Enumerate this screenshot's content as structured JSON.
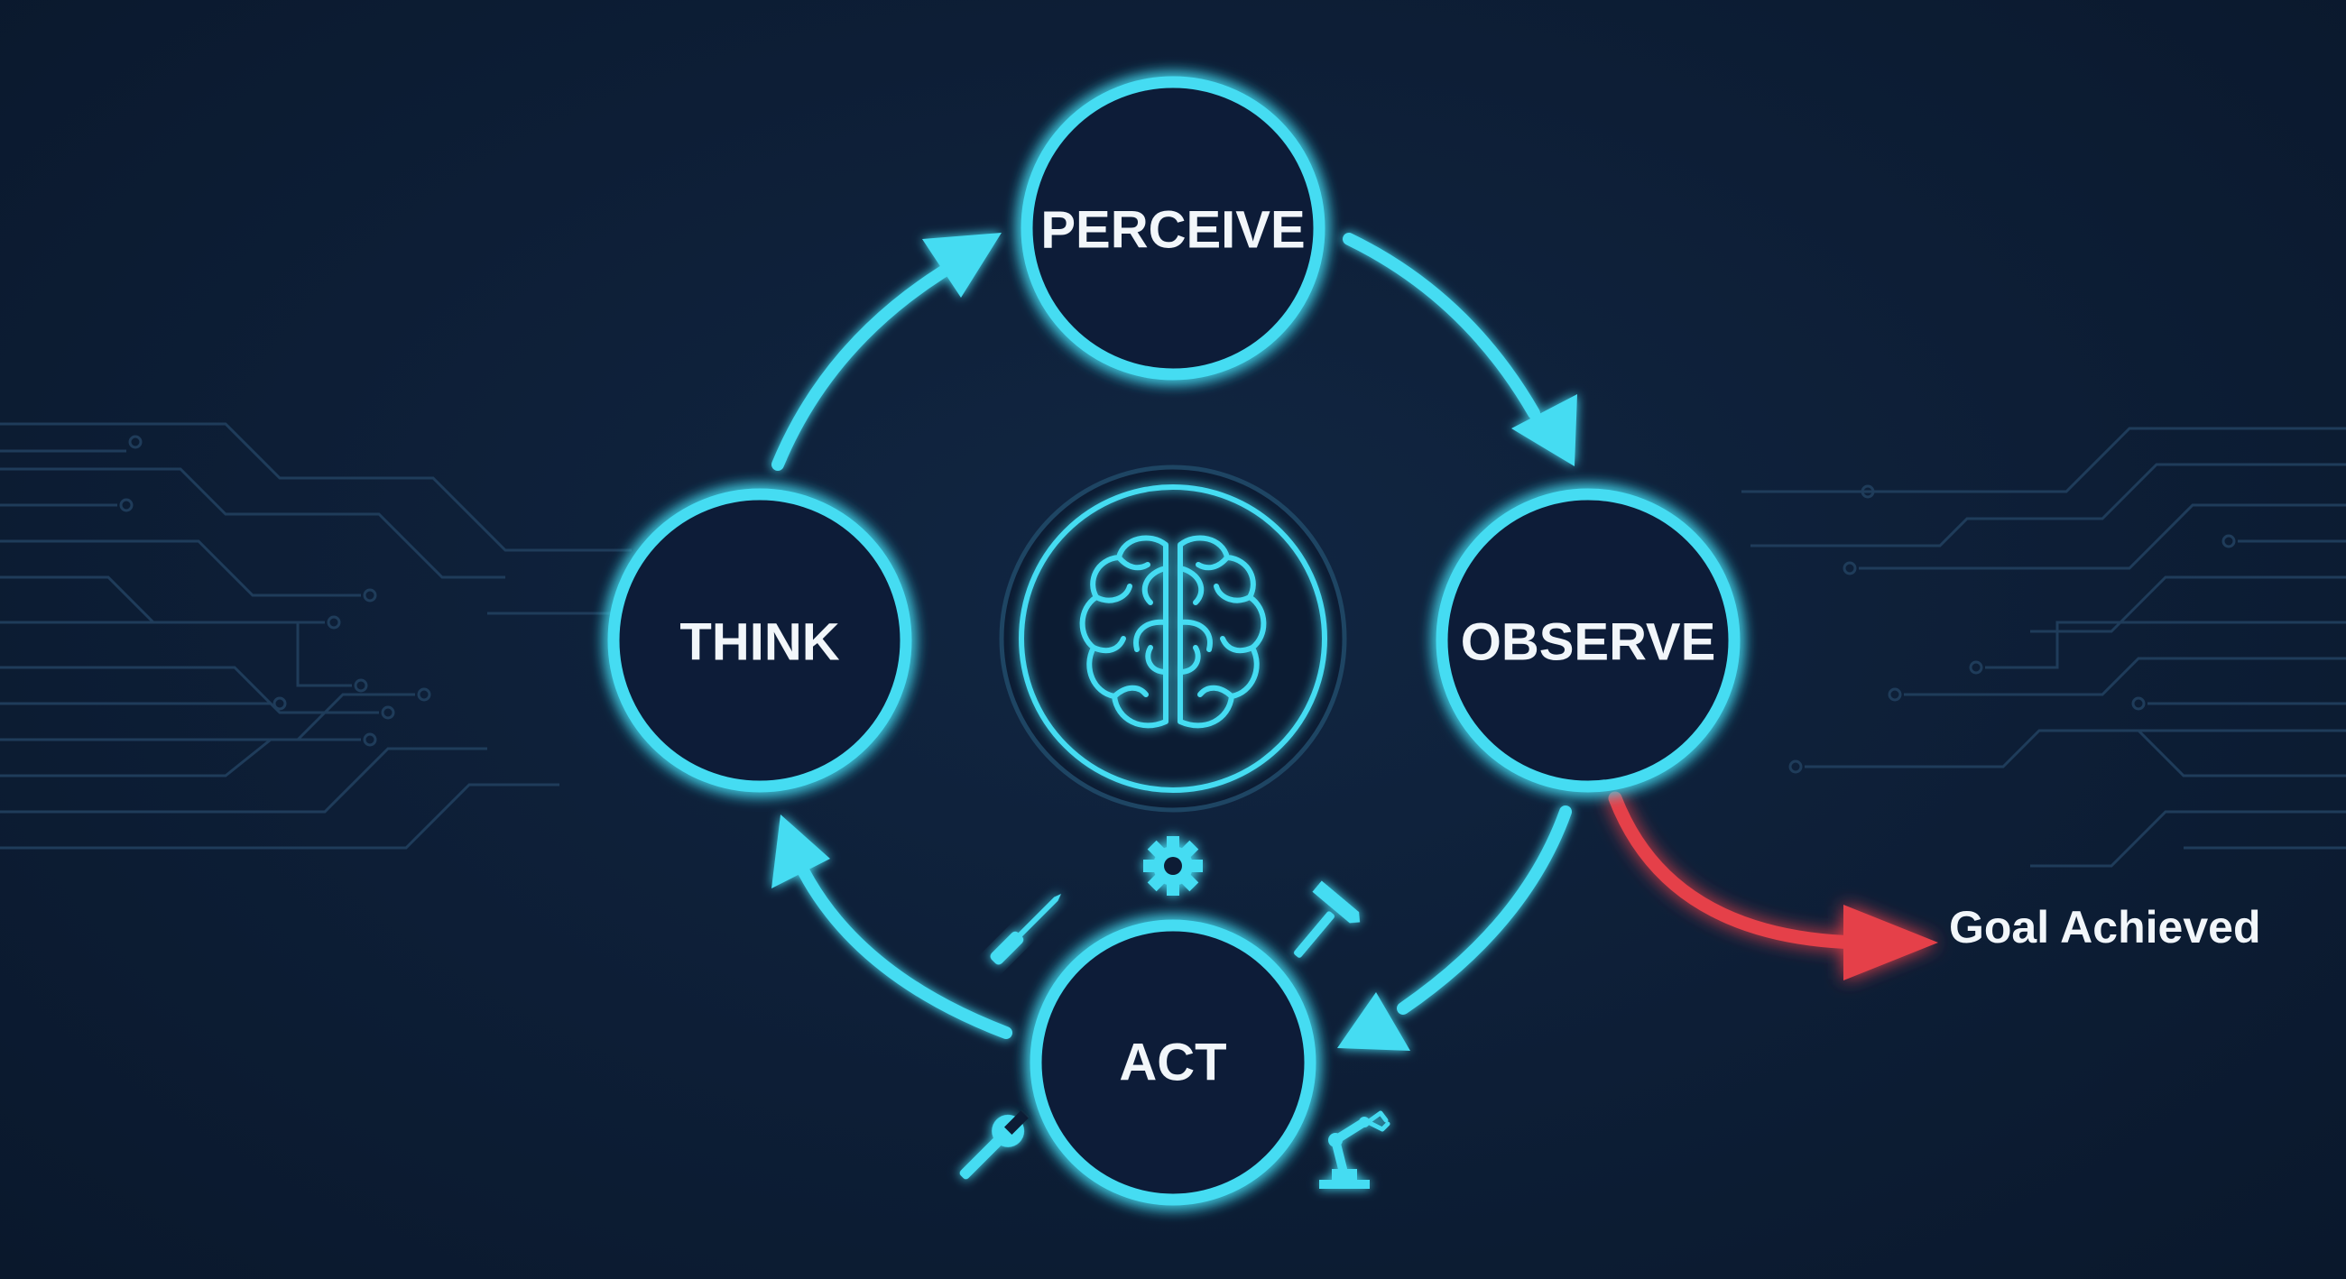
{
  "diagram": {
    "nodes": {
      "perceive": "PERCEIVE",
      "observe": "OBSERVE",
      "act": "ACT",
      "think": "THINK"
    },
    "goal": "Goal Achieved",
    "center_icon": "brain-icon",
    "tool_icons": [
      "gear-icon",
      "screwdriver-icon",
      "hammer-icon",
      "wrench-icon",
      "robot-arm-icon"
    ],
    "colors": {
      "background": "#0d1e36",
      "cycle": "#45dcf2",
      "goal_arrow": "#e5414a",
      "circuit": "#1f3c5a",
      "text": "#f2f6fa"
    }
  }
}
